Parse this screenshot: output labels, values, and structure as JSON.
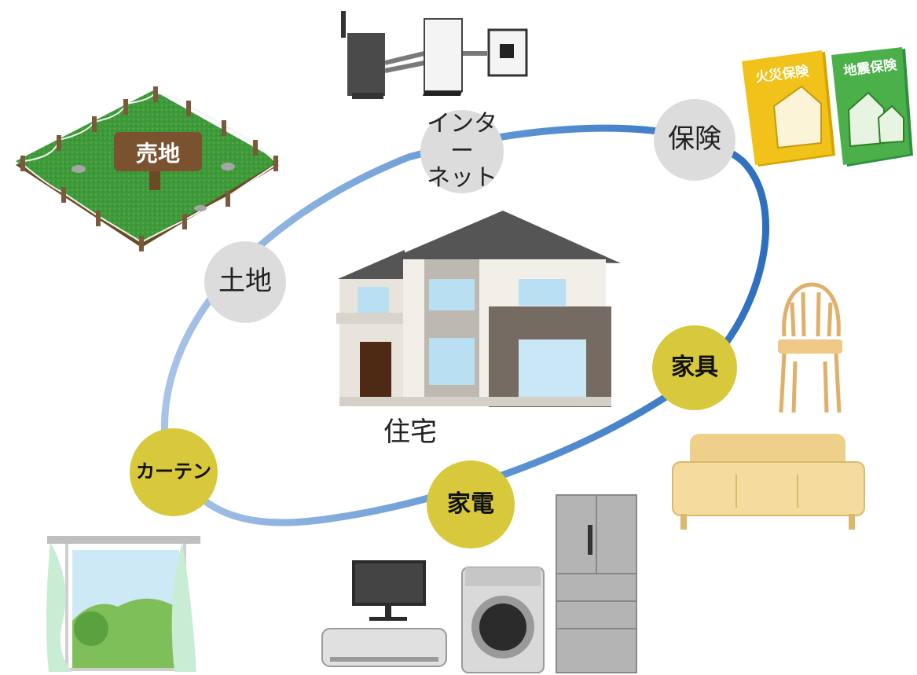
{
  "nodes": {
    "internet": {
      "line1": "インター",
      "line2": "ネット"
    },
    "insurance": {
      "label": "保険"
    },
    "land": {
      "label": "土地"
    },
    "furniture": {
      "label": "家具"
    },
    "curtain": {
      "label": "カーテン"
    },
    "appliances": {
      "label": "家電"
    }
  },
  "house_label": "住宅",
  "sign_text": "売地",
  "insurance_books": {
    "fire": "火災保険",
    "earthquake": "地震保険"
  },
  "colors": {
    "node_gray": "#dcdcdc",
    "node_yellow": "#d8c83c",
    "ring_light": "#a9c3e6",
    "ring_dark": "#2d6fbf"
  }
}
